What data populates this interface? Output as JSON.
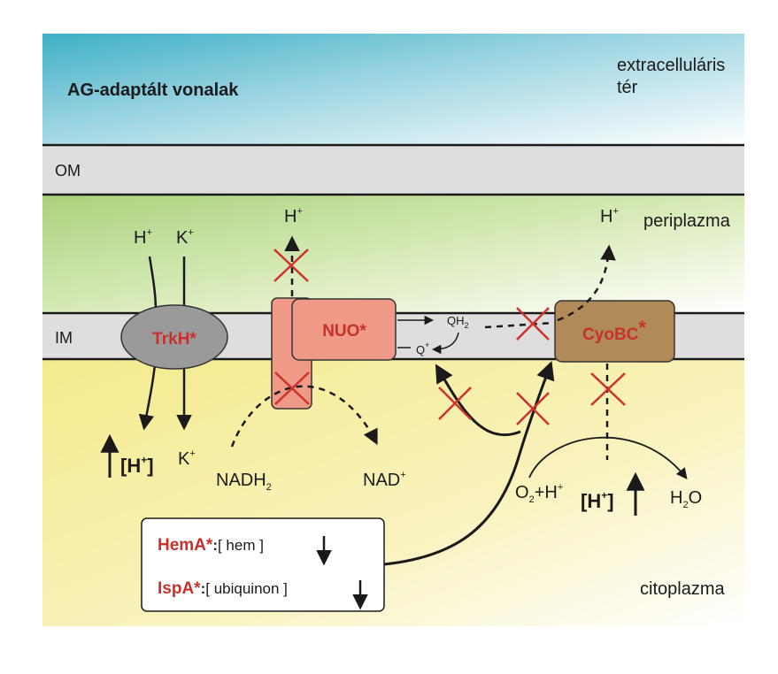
{
  "title": "AG-adaptált vonalak",
  "regions": {
    "extracellular_line1": "extracelluláris",
    "extracellular_line2": "tér",
    "om": "OM",
    "periplasm": "periplazma",
    "im": "IM",
    "cytoplasm": "citoplazma"
  },
  "proteins": {
    "trkh": "TrkH*",
    "nuo": "NUO*",
    "cyobc_base": "CyoBC",
    "cyobc_star": "*"
  },
  "ions": {
    "h": "H",
    "plus": "+",
    "k": "K",
    "q": "Q",
    "qh": "QH",
    "qh_sub": "2",
    "nadh": "NADH",
    "nadh_sub": "2",
    "nad": "NAD",
    "o": "O",
    "o_sub": "2",
    "o_plus_h": "+H",
    "water_h": "H",
    "water_sub": "2",
    "water_o": "O",
    "bracket_h": "[H",
    "bracket_close": "]"
  },
  "legend": {
    "hema_name": "HemA*",
    "hema_colon": ":",
    "hema_text": "[ hem ]",
    "ispa_name": "IspA*",
    "ispa_colon": ":",
    "ispa_text": "[ ubiquinon ]"
  },
  "colors": {
    "extracellular_top": "#58b8cc",
    "periplasm_green": "#b6d98a",
    "cytoplasm_yellow": "#f7ee9a",
    "membrane_grey": "#dcdcdc",
    "trkh_fill": "#9a9a9a",
    "nuo_fill": "#ef9a86",
    "cyobc_fill": "#b08a57",
    "accent_red": "#c8312b"
  }
}
